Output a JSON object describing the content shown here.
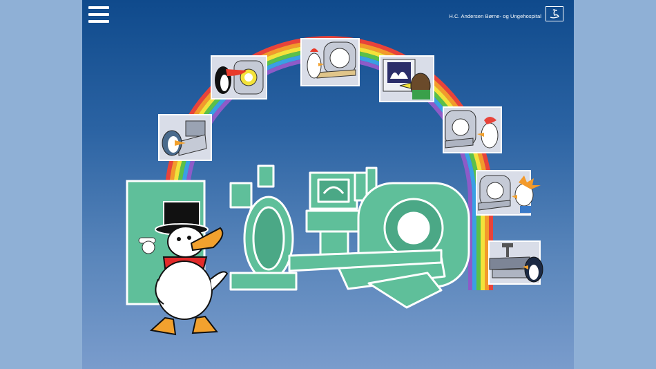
{
  "header": {
    "menu_icon": "hamburger-menu-icon",
    "brand_name": "H.C. Andersen Børne- og Ungehospital",
    "brand_logo_icon": "swan-logo-icon"
  },
  "colors": {
    "background_top": "#0f4a8c",
    "background_bottom": "#7a9ccc",
    "side_margin": "#8fb0d6",
    "equipment": "#5fbf9a",
    "outline": "#ffffff"
  },
  "exams": [
    {
      "id": "ultrasound",
      "icon": "ultrasound-penguin-icon"
    },
    {
      "id": "pet-ct",
      "icon": "pet-ct-toucan-icon"
    },
    {
      "id": "ct",
      "icon": "ct-hen-icon"
    },
    {
      "id": "gamma-camera",
      "icon": "gamma-camera-crow-icon"
    },
    {
      "id": "mri",
      "icon": "mri-bird-icon"
    },
    {
      "id": "spect",
      "icon": "spect-chick-icon"
    },
    {
      "id": "x-ray",
      "icon": "x-ray-penguin-icon"
    }
  ],
  "scene": {
    "door_icon": "door-icon",
    "mascot_icon": "duck-mascot-icon",
    "equipment_icon": "scanner-equipment-icon",
    "rainbow_icon": "rainbow-icon"
  }
}
